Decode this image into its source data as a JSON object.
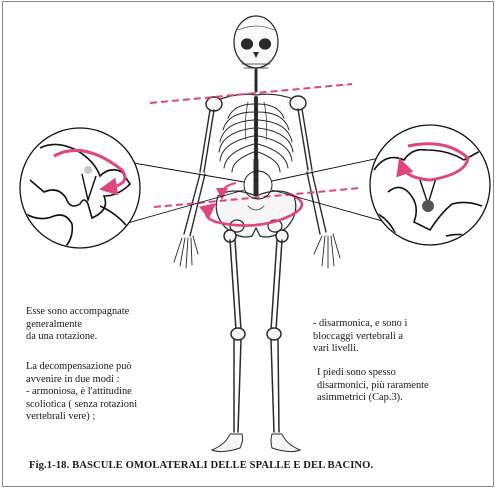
{
  "caption": "Fig.1-18. BASCULE OMOLATERALI DELLE SPALLE E DEL BACINO.",
  "text_left_1": "Esse sono accompagnate\ngeneralmente\nda una rotazione.",
  "text_left_2": "La decompensazione può\navvenire in due modi :\n- armoniosa, è l'attitudine\nscoliotica ( senza rotazioni\nvertebrali vere) ;",
  "text_right_1": "- disarmonica, e sono i\nbloccaggi  vertebrali a\nvari livelli.",
  "text_right_2": "I piedi sono spesso\ndisarmonici, più raramente\nasimmetrici  (Cap.3).",
  "colors": {
    "accent": "#e0457f",
    "line": "#111111",
    "bone": "#2a2a2a"
  },
  "illustration": {
    "figure": "skeleton-front-view",
    "markers": [
      "shoulder-tilt-dashed-line",
      "pelvis-tilt-dashed-line",
      "rotation-arrow"
    ],
    "insets": [
      "left-vertebra-detail",
      "right-vertebra-detail"
    ]
  }
}
